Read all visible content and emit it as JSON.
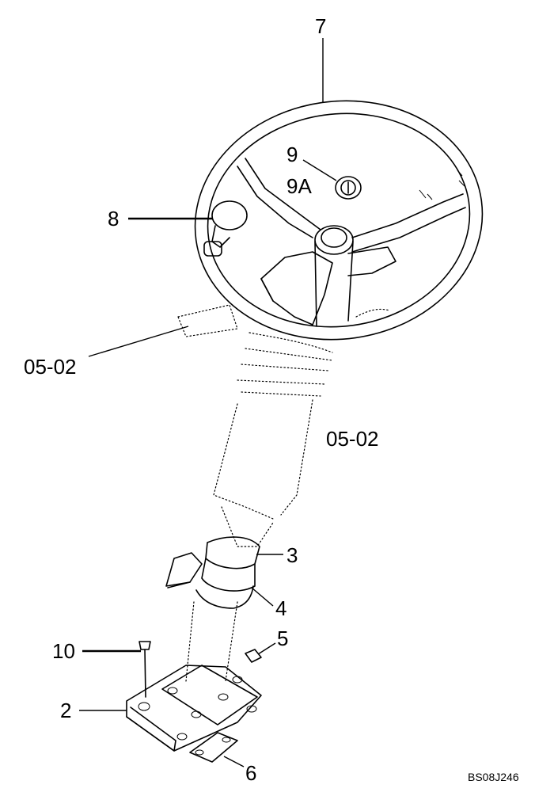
{
  "diagram": {
    "callouts": {
      "c7": "7",
      "c9": "9",
      "c9a": "9A",
      "c8": "8",
      "c0502_left": "05-02",
      "c0502_right": "05-02",
      "c3": "3",
      "c4": "4",
      "c5": "5",
      "c10": "10",
      "c2": "2",
      "c6": "6"
    },
    "reference_code": "BS08J246"
  }
}
